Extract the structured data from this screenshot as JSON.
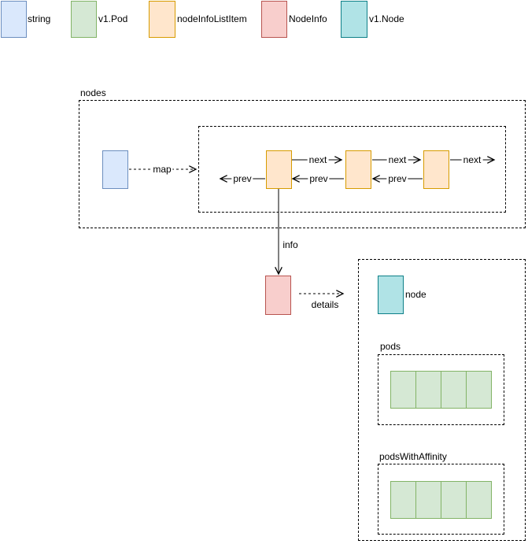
{
  "legend": {
    "items": [
      {
        "label": "string",
        "fill": "#dae8fc",
        "stroke": "#6c8ebf"
      },
      {
        "label": "v1.Pod",
        "fill": "#d5e8d4",
        "stroke": "#82b366"
      },
      {
        "label": "nodeInfoListItem",
        "fill": "#ffe6cc",
        "stroke": "#d79b00"
      },
      {
        "label": "NodeInfo",
        "fill": "#f8cecc",
        "stroke": "#b85450"
      },
      {
        "label": "v1.Node",
        "fill": "#b0e3e6",
        "stroke": "#0e8088"
      }
    ]
  },
  "diagram": {
    "nodes_label": "nodes",
    "edges": {
      "map": "map",
      "next": "next",
      "prev": "prev",
      "info": "info",
      "details": "details"
    },
    "linked_list": {
      "item_count": 3
    },
    "details_group": {
      "node_label": "node",
      "pods_label": "pods",
      "pods_with_affinity_label": "podsWithAffinity",
      "pods_cell_count": 4,
      "pods_with_affinity_cell_count": 4
    }
  }
}
